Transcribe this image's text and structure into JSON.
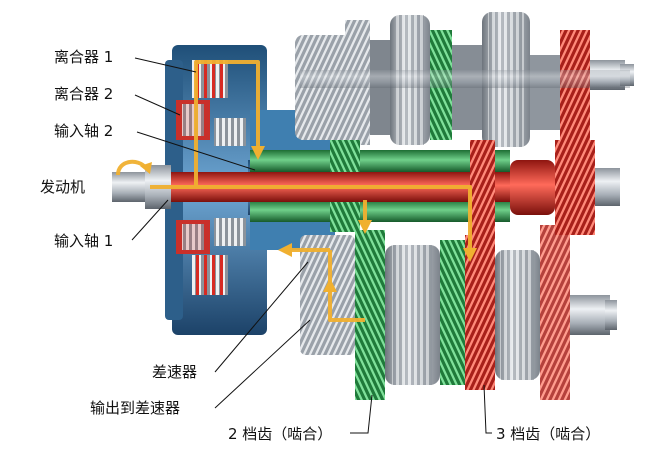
{
  "labels": {
    "clutch1": "离合器 1",
    "clutch2": "离合器 2",
    "input_shaft2": "输入轴 2",
    "engine": "发动机",
    "input_shaft1": "输入轴 1",
    "differential": "差速器",
    "output_to_diff": "输出到差速器",
    "gear2": "2 档齿（啮合）",
    "gear3": "3 档齿（啮合）"
  },
  "colors": {
    "input_shaft1": "#e0241b",
    "input_shaft2": "#2fa84f",
    "clutch_housing": "#2f6f9e",
    "flow_arrow": "#f0b030",
    "steel": "#b8bec6"
  }
}
